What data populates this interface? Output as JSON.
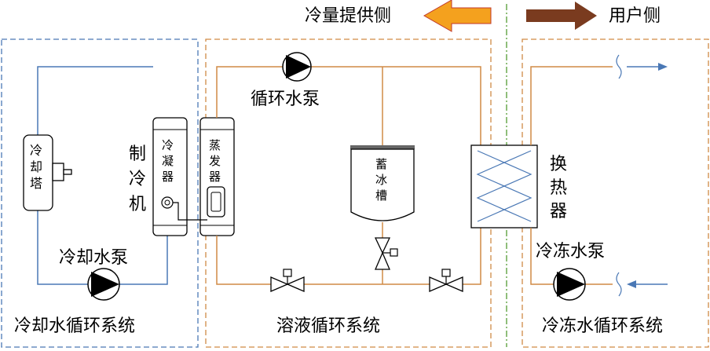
{
  "header": {
    "supply_side": "冷量提供侧",
    "user_side": "用户侧"
  },
  "systems": {
    "cooling_water": "冷却水循环系统",
    "solution": "溶液循环系统",
    "chilled_water": "冷冻水循环系统"
  },
  "components": {
    "cooling_tower": [
      "冷",
      "却",
      "塔"
    ],
    "chiller": [
      "制",
      "冷",
      "机"
    ],
    "condenser": [
      "冷",
      "凝",
      "器"
    ],
    "evaporator": [
      "蒸",
      "发",
      "器"
    ],
    "ice_tank": [
      "蓄",
      "冰",
      "槽"
    ],
    "heat_exchanger": [
      "换",
      "热",
      "器"
    ]
  },
  "pumps": {
    "circulating_pump": "循环水泵",
    "cooling_water_pump": "冷却水泵",
    "chilled_water_pump": "冷冻水泵"
  },
  "colors": {
    "blue_box": "#4a78b5",
    "orange_box": "#d08a45",
    "green_divider": "#6aa84f",
    "arrow_orange": "#f4a11e",
    "arrow_brown": "#7a3b1f",
    "pipe_blue": "#4a78b5",
    "pipe_orange": "#d08a45"
  }
}
